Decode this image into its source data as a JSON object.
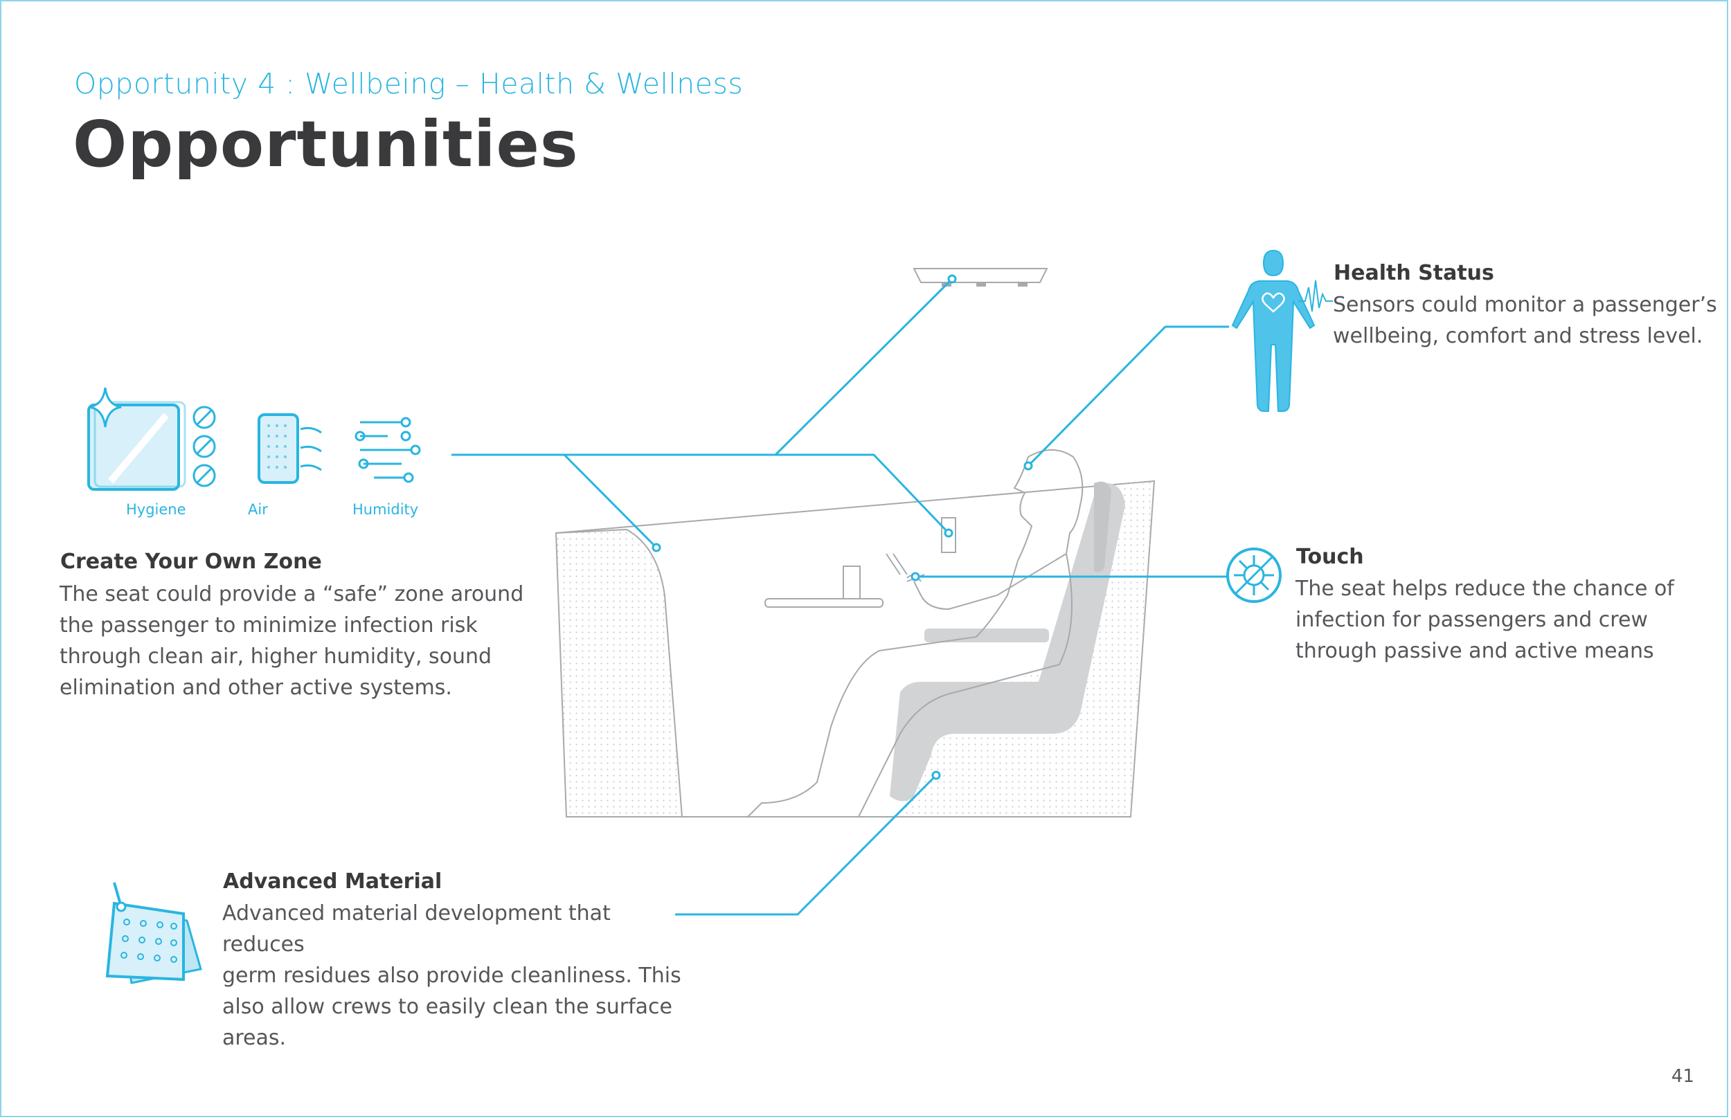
{
  "header": {
    "subtitle": "Opportunity 4 : Wellbeing – Health & Wellness",
    "title": "Opportunities"
  },
  "zone": {
    "icon_labels": [
      "Hygiene",
      "Air",
      "Humidity"
    ],
    "heading": "Create Your Own Zone",
    "body_lines": [
      "The seat could provide a “safe” zone around",
      "the passenger to minimize infection risk",
      "through clean air, higher humidity, sound",
      "elimination and other active systems."
    ]
  },
  "material": {
    "heading": "Advanced Material",
    "body_lines": [
      "Advanced material development that reduces",
      "germ residues also provide cleanliness. This",
      "also allow crews to easily clean the surface",
      "areas."
    ]
  },
  "health": {
    "heading": "Health Status",
    "body_lines": [
      "Sensors could monitor a passenger’s",
      "wellbeing, comfort and stress level."
    ]
  },
  "touch": {
    "heading": "Touch",
    "body_lines": [
      "The seat helps reduce the chance of",
      "infection for passengers and crew",
      "through passive and active means"
    ]
  },
  "page_number": "41",
  "colors": {
    "accent": "#29b5e0",
    "title": "#3a3a3c",
    "body": "#55565a",
    "seat_gray": "#d1d3d4",
    "outline": "#a7a9ac"
  },
  "icons": [
    "sparkle-icon",
    "glass-panel-icon",
    "no-virus-icon",
    "air-filter-icon",
    "humidity-icon",
    "human-body-icon",
    "heartbeat-icon",
    "virus-icon",
    "fabric-swatch-icon"
  ]
}
